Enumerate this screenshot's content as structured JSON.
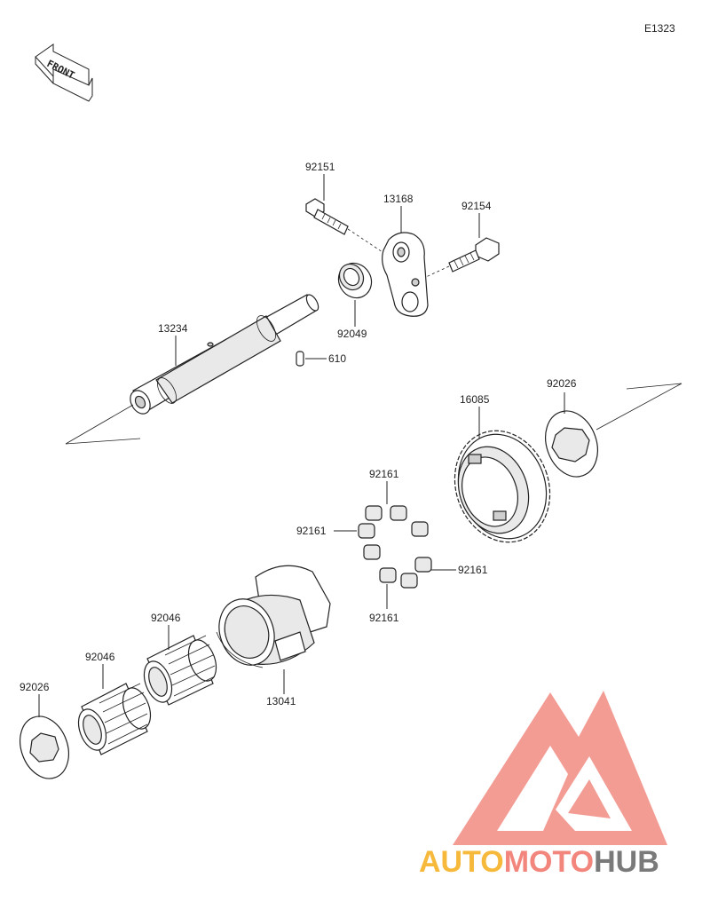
{
  "diagram_code": "E1323",
  "front_label": "FRONT",
  "parts": {
    "p92151": "92151",
    "p13168": "13168",
    "p92154": "92154",
    "p92049": "92049",
    "p13234": "13234",
    "p610": "610",
    "p16085": "16085",
    "p92026_top": "92026",
    "p92161_top": "92161",
    "p92161_left": "92161",
    "p92161_right": "92161",
    "p92161_bottom": "92161",
    "p92046_a": "92046",
    "p92046_b": "92046",
    "p13041": "13041",
    "p92026_bottom": "92026"
  },
  "watermark": {
    "part1": "AUTO",
    "part2": "MOTO",
    "part3": "HUB",
    "colors": {
      "auto": "#f6b93b",
      "moto": "#f2857c",
      "hub": "#7a7a7a",
      "logo": "#f28b82"
    }
  }
}
